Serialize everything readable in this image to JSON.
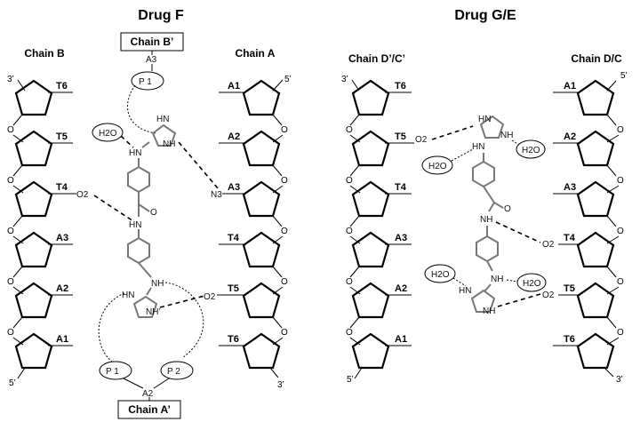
{
  "titles": {
    "left": "Drug F",
    "right": "Drug G/E"
  },
  "chains": {
    "left_b": "Chain B",
    "left_a": "Chain A",
    "box_top": "Chain B’",
    "box_bottom": "Chain A’",
    "right_dc_prime": "Chain D’/C’",
    "right_dc": "Chain D/C"
  },
  "nucleotides": {
    "left_b": [
      "T6",
      "T5",
      "T4",
      "A3",
      "A2",
      "A1"
    ],
    "left_a": [
      "A1",
      "A2",
      "A3",
      "T4",
      "T5",
      "T6"
    ],
    "right_dc_prime": [
      "T6",
      "T5",
      "T4",
      "A3",
      "A2",
      "A1"
    ],
    "right_dc": [
      "A1",
      "A2",
      "A3",
      "T4",
      "T5",
      "T6"
    ]
  },
  "ends": {
    "three_prime": "3’",
    "five_prime": "5’"
  },
  "atoms": {
    "O": "O",
    "O2": "O2",
    "N3": "N3",
    "NH": "NH",
    "HN": "HN",
    "NH_prime": "NH’",
    "H2O": "H2O",
    "P1": "P 1",
    "P2": "P 2",
    "A3": "A3",
    "A2": "A2"
  }
}
